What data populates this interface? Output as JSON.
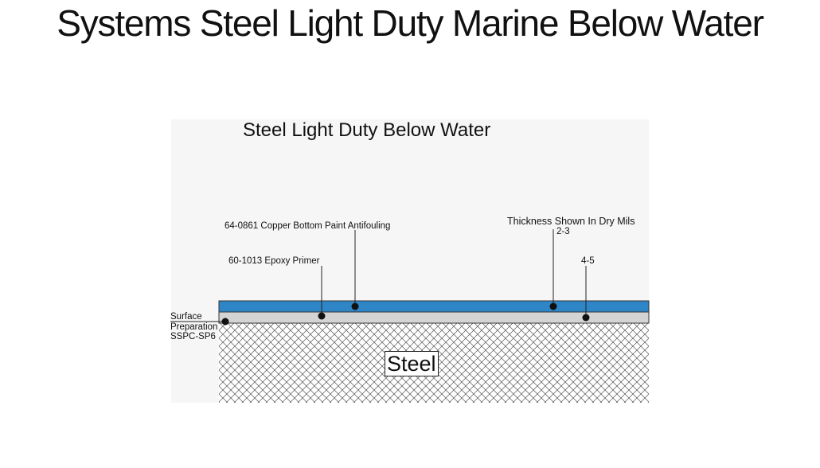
{
  "slide": {
    "title": "Systems Steel Light Duty Marine Below Water"
  },
  "diagram": {
    "title": "Steel Light Duty Below Water",
    "thickness_header": "Thickness Shown In Dry Mils",
    "layers": [
      {
        "name": "64-0861 Copper Bottom Paint Antifouling",
        "thickness": "2-3",
        "color": "#2f86c7"
      },
      {
        "name": "60-1013 Epoxy Primer",
        "thickness": "4-5",
        "color": "#d4d4d4"
      }
    ],
    "surface_prep": {
      "line1": "Surface",
      "line2": "Preparation",
      "line3": "SSPC-SP6"
    },
    "substrate": "Steel"
  }
}
